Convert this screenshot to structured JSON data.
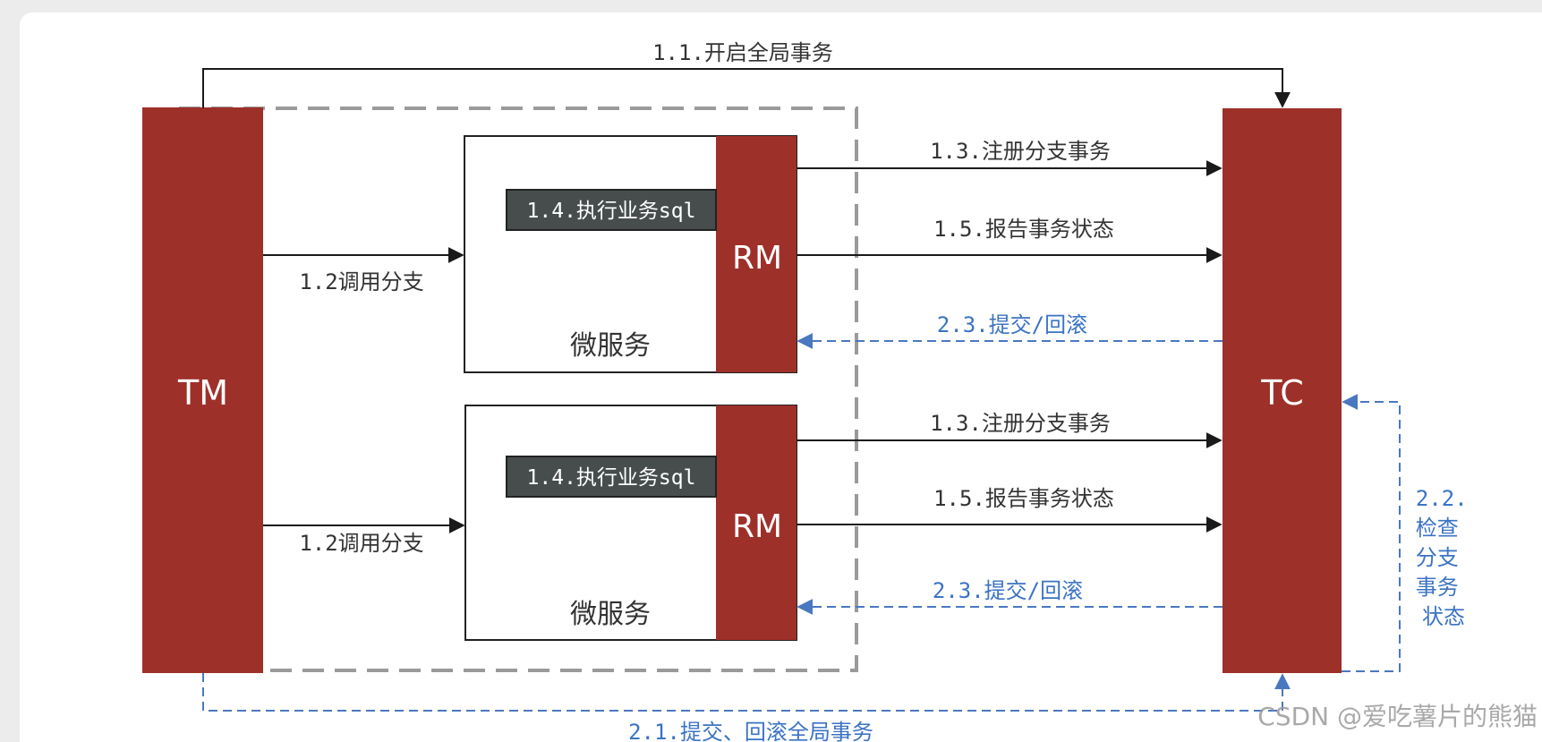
{
  "diagram": {
    "nodes": {
      "tm": "TM",
      "tc": "TC",
      "rm_top": "RM",
      "rm_bottom": "RM",
      "ms_top": "微服务",
      "ms_bottom": "微服务",
      "sql_top": "1.4.执行业务sql",
      "sql_bottom": "1.4.执行业务sql"
    },
    "edges": {
      "begin_global": "1.1.开启全局事务",
      "call_branch_top": "1.2调用分支",
      "call_branch_bottom": "1.2调用分支",
      "register_top": "1.3.注册分支事务",
      "register_bottom": "1.3.注册分支事务",
      "report_top": "1.5.报告事务状态",
      "report_bottom": "1.5.报告事务状态",
      "commit_rollback_top": "2.3.提交/回滚",
      "commit_rollback_bottom": "2.3.提交/回滚",
      "check_status": [
        "2.2.",
        "检查",
        "分支",
        "事务",
        "状态"
      ],
      "commit_rollback_global": "2.1.提交、回滚全局事务"
    },
    "watermark": "CSDN @爱吃薯片的熊猫",
    "colors": {
      "red_block": "#9e302a",
      "dark_label": "#474d4d",
      "blue_line": "#4a78c0",
      "gray_dash": "#9a9a9a",
      "line": "#1a1a1a",
      "text": "#333333"
    }
  }
}
